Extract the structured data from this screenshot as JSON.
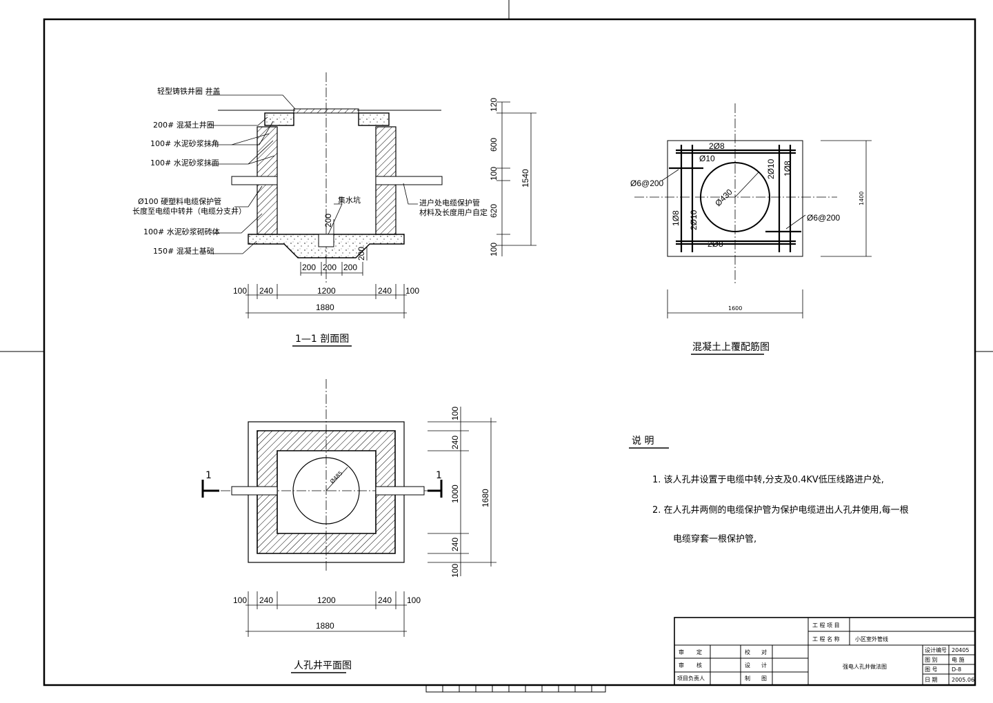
{
  "section": {
    "title": "1—1 剖面图",
    "labels": {
      "cover": "轻型铸铁井圈 井盖",
      "ring": "200# 混凝土井圈",
      "plaster_corner": "100# 水泥砂浆抹角",
      "plaster_face": "100# 水泥砂浆抹面",
      "pipe_line1": "Ø100 硬塑料电缆保护管",
      "pipe_line2": "长度至电缆中转井（电缆分支井）",
      "masonry": "100# 水泥砂浆砌砖体",
      "base": "150# 混凝土基础",
      "sump": "集水坑",
      "house_pipe_line1": "进户处电缆保护管",
      "house_pipe_line2": "材料及长度用户自定"
    },
    "dims_vertical": [
      "120",
      "600",
      "100",
      "620",
      "100",
      "1540"
    ],
    "dims_sump": [
      "200",
      "200",
      "200",
      "200",
      "200"
    ],
    "dims_bottom": [
      "100",
      "240",
      "1200",
      "240",
      "100",
      "1880"
    ]
  },
  "rebar": {
    "title": "混凝土上覆配筋图",
    "labels": {
      "top_bars": "2Ø8",
      "bottom_bars": "2Ø8",
      "right_bars": "1Ø8",
      "left_bars": "1Ø8",
      "ring_bar": "Ø10",
      "ring_left": "2Ø10",
      "ring_right": "2Ø10",
      "hole": "Ø430",
      "mesh_left": "Ø6@200",
      "mesh_right": "Ø6@200"
    },
    "dims": [
      "1400",
      "1600"
    ]
  },
  "plan": {
    "title": "人孔井平面图",
    "cut_left": "1",
    "cut_right": "1",
    "hole": "Ø485",
    "dims_vertical": [
      "100",
      "240",
      "1000",
      "240",
      "100",
      "1680"
    ],
    "dims_bottom": [
      "100",
      "240",
      "1200",
      "240",
      "100",
      "1880"
    ]
  },
  "notes": {
    "heading": "说 明",
    "item1": "1. 该人孔井设置于电缆中转,分支及0.4KV低压线路进户处,",
    "item2": "2. 在人孔井两侧的电缆保护管为保护电缆进出人孔井使用,每一根",
    "item2b": "电缆穿套一根保护管,"
  },
  "title_block": {
    "project_label": "工 程 项 目",
    "name_label": "工 程 名 称",
    "name_value": "小区室外管线",
    "rows": [
      [
        "审",
        "定",
        "校",
        "对"
      ],
      [
        "审",
        "核",
        "设",
        "计"
      ],
      [
        "项目负责人",
        "",
        "制",
        "图"
      ]
    ],
    "drawing_title": "强电人孔井做法图",
    "right_labels": [
      "设计编号",
      "图 别",
      "图 号",
      "日 期"
    ],
    "right_values": [
      "20405",
      "电 施",
      "D-8",
      "2005.06"
    ]
  }
}
